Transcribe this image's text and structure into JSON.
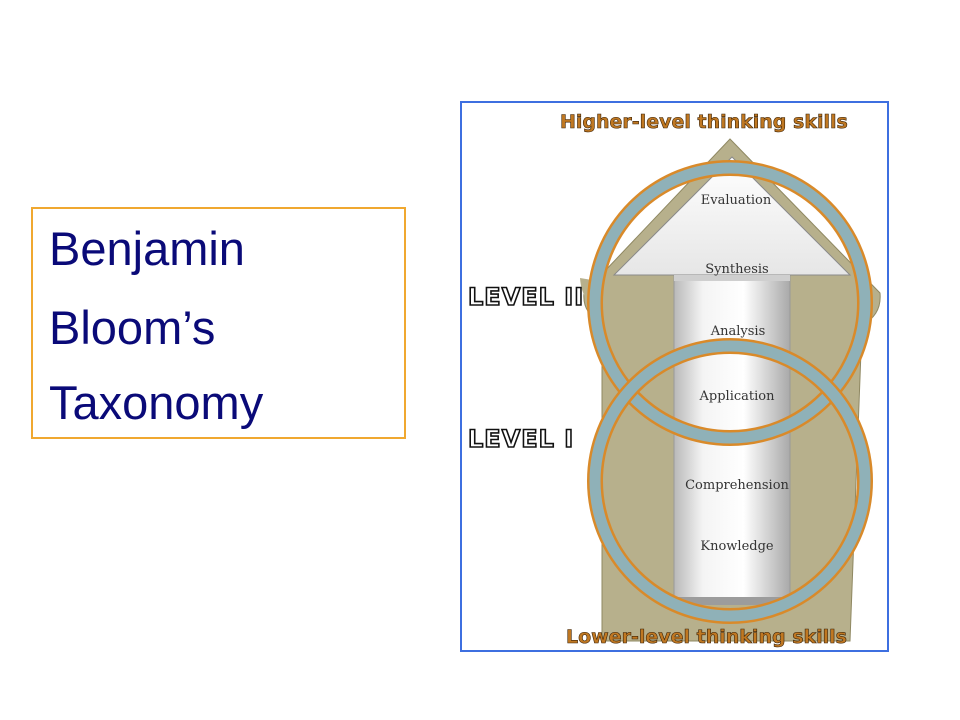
{
  "title": {
    "lines": [
      "Benjamin",
      "Bloom’s",
      "Taxonomy"
    ]
  },
  "figure": {
    "top_banner": "Higher-level thinking skills",
    "bottom_banner": "Lower-level thinking skills",
    "level_labels": [
      "LEVEL II",
      "LEVEL I"
    ],
    "stages": [
      "Evaluation",
      "Synthesis",
      "Analysis",
      "Application",
      "Comprehension",
      "Knowledge"
    ]
  },
  "colors": {
    "title_text": "#0a0a78",
    "title_border": "#f0a830",
    "figure_border": "#3d6fe0",
    "arrow_fill": "#b7b08c",
    "ring_color": "#8fb1b8",
    "ring_outline": "#d98a2a",
    "banner_text": "#c07822"
  }
}
